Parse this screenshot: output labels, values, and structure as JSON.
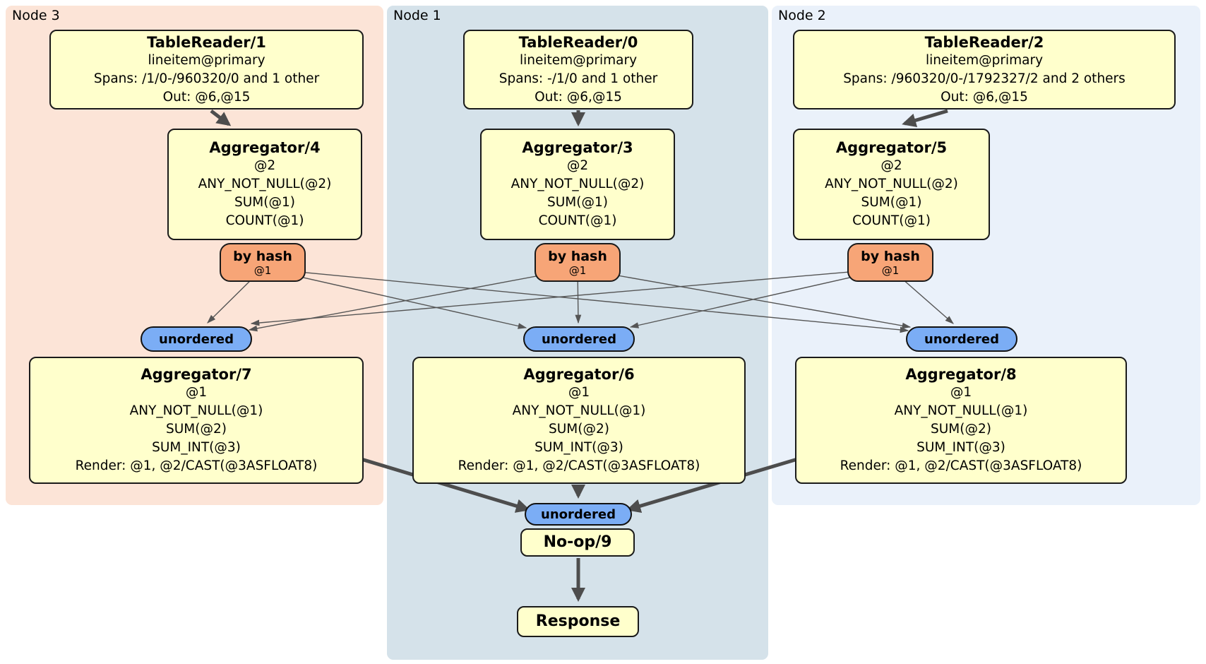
{
  "regions": [
    {
      "label": "Node 3"
    },
    {
      "label": "Node 1"
    },
    {
      "label": "Node 2"
    }
  ],
  "processors": {
    "tablereader1": {
      "title": "TableReader/1",
      "lines": [
        "lineitem@primary",
        "Spans: /1/0-/960320/0 and 1 other",
        "Out: @6,@15"
      ]
    },
    "tablereader0": {
      "title": "TableReader/0",
      "lines": [
        "lineitem@primary",
        "Spans: -/1/0 and 1 other",
        "Out: @6,@15"
      ]
    },
    "tablereader2": {
      "title": "TableReader/2",
      "lines": [
        "lineitem@primary",
        "Spans: /960320/0-/1792327/2 and 2 others",
        "Out: @6,@15"
      ]
    },
    "aggregator4": {
      "title": "Aggregator/4",
      "lines": [
        "@2",
        "ANY_NOT_NULL(@2)",
        "SUM(@1)",
        "COUNT(@1)"
      ]
    },
    "aggregator3": {
      "title": "Aggregator/3",
      "lines": [
        "@2",
        "ANY_NOT_NULL(@2)",
        "SUM(@1)",
        "COUNT(@1)"
      ]
    },
    "aggregator5": {
      "title": "Aggregator/5",
      "lines": [
        "@2",
        "ANY_NOT_NULL(@2)",
        "SUM(@1)",
        "COUNT(@1)"
      ]
    },
    "aggregator7": {
      "title": "Aggregator/7",
      "lines": [
        "@1",
        "ANY_NOT_NULL(@1)",
        "SUM(@2)",
        "SUM_INT(@3)",
        "Render: @1, @2/CAST(@3ASFLOAT8)"
      ]
    },
    "aggregator6": {
      "title": "Aggregator/6",
      "lines": [
        "@1",
        "ANY_NOT_NULL(@1)",
        "SUM(@2)",
        "SUM_INT(@3)",
        "Render: @1, @2/CAST(@3ASFLOAT8)"
      ]
    },
    "aggregator8": {
      "title": "Aggregator/8",
      "lines": [
        "@1",
        "ANY_NOT_NULL(@1)",
        "SUM(@2)",
        "SUM_INT(@3)",
        "Render: @1, @2/CAST(@3ASFLOAT8)"
      ]
    },
    "noop9": {
      "title": "No-op/9"
    },
    "response": {
      "title": "Response"
    }
  },
  "routers": {
    "router4": {
      "label": "by hash",
      "detail": "@1"
    },
    "router3": {
      "label": "by hash",
      "detail": "@1"
    },
    "router5": {
      "label": "by hash",
      "detail": "@1"
    }
  },
  "syncs": {
    "sync7": {
      "label": "unordered"
    },
    "sync6": {
      "label": "unordered"
    },
    "sync8": {
      "label": "unordered"
    },
    "syncFinal": {
      "label": "unordered"
    }
  },
  "colors": {
    "node3_bg": "#fce4d7",
    "node1_bg": "#d5e2ea",
    "node2_bg": "#eaf1fa",
    "processor_bg": "#ffffcc",
    "router_bg": "#f7a577",
    "sync_bg": "#7badf5",
    "edge": "#4d4d4d",
    "border": "#1a1a1a"
  }
}
